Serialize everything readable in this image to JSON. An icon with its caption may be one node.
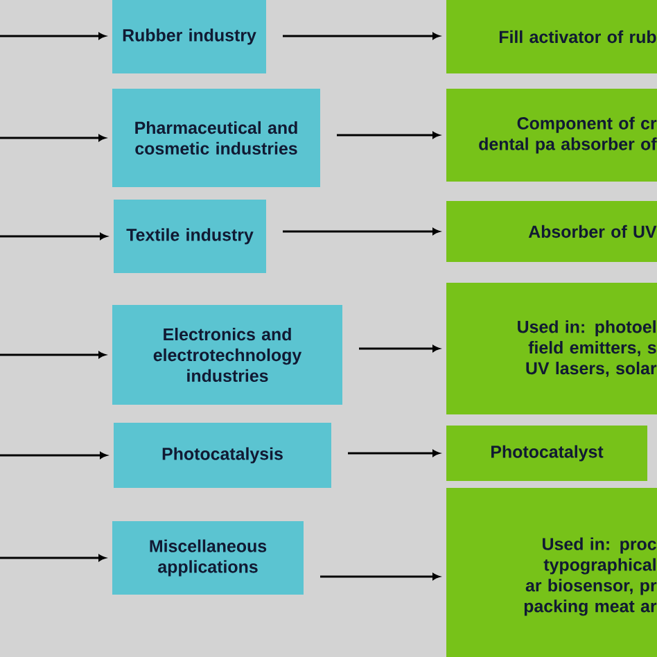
{
  "diagram": {
    "nodes": [
      {
        "text": [
          "Rubber industry"
        ]
      },
      {
        "text": [
          "Pharmaceutical and cosmetic industries"
        ]
      },
      {
        "text": [
          "Textile industry"
        ]
      },
      {
        "text": [
          "Electronics and electrotechnology industries"
        ]
      },
      {
        "text": [
          "Photocatalysis"
        ]
      },
      {
        "text": [
          "Miscellaneous applications"
        ]
      },
      {
        "text": [
          "Fill activator of rub"
        ]
      },
      {
        "text": [
          "Component of cr dental pa absorber of"
        ]
      },
      {
        "text": [
          "Absorber of UV"
        ]
      },
      {
        "text": [
          "Used in: photoel field emitters, s UV lasers, solar"
        ]
      },
      {
        "text": [
          "Photocatalyst"
        ]
      },
      {
        "text": [
          "Used in: proc typographical ar biosensor, pr packing meat ar"
        ]
      }
    ],
    "edges": [
      {
        "from": null,
        "to": 0,
        "arrow": "to"
      },
      {
        "from": null,
        "to": 1,
        "arrow": "to"
      },
      {
        "from": null,
        "to": 2,
        "arrow": "to"
      },
      {
        "from": null,
        "to": 3,
        "arrow": "to"
      },
      {
        "from": null,
        "to": 4,
        "arrow": "to"
      },
      {
        "from": null,
        "to": 5,
        "arrow": "to"
      },
      {
        "from": 0,
        "to": 6,
        "arrow": "to"
      },
      {
        "from": 1,
        "to": 7,
        "arrow": "to"
      },
      {
        "from": 2,
        "to": 8,
        "arrow": "to"
      },
      {
        "from": 3,
        "to": 9,
        "arrow": "to"
      },
      {
        "from": 4,
        "to": 10,
        "arrow": "to"
      },
      {
        "from": 5,
        "to": 11,
        "arrow": "to"
      }
    ]
  }
}
